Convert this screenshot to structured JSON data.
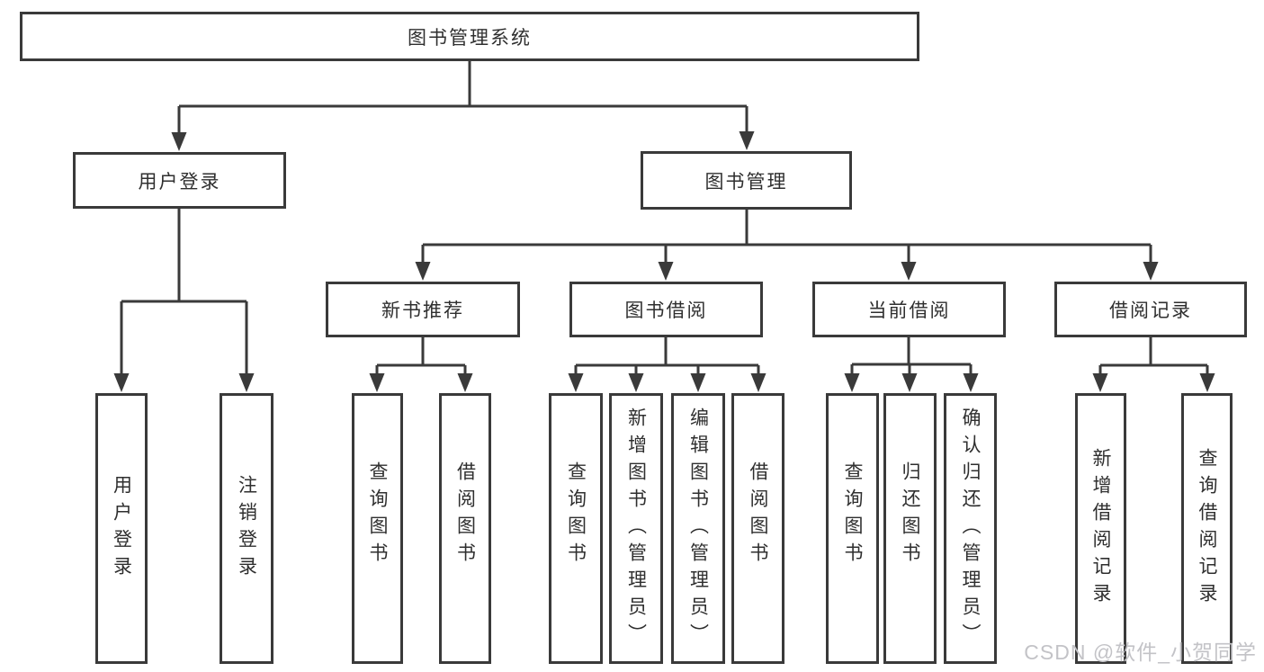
{
  "diagram_title": "图书管理系统",
  "colors": {
    "line": "#3a3a3a",
    "box_border": "#3a3a3a",
    "text": "#2f2f2f",
    "watermark": "#c3c3c7",
    "background": "#ffffff"
  },
  "nodes": {
    "root": "图书管理系统",
    "l2": [
      "用户登录",
      "图书管理"
    ],
    "l3": [
      "新书推荐",
      "图书借阅",
      "当前借阅",
      "借阅记录"
    ],
    "leaves": {
      "userLogin": [
        "用户登录",
        "注销登录"
      ],
      "newBookRec": [
        "查询图书",
        "借阅图书"
      ],
      "bookBorrow": [
        "查询图书",
        "新增图书（管理员）",
        "编辑图书（管理员）",
        "借阅图书"
      ],
      "currentBorrow": [
        "查询图书",
        "归还图书",
        "确认归还（管理员）"
      ],
      "borrowRecord": [
        "新增借阅记录",
        "查询借阅记录"
      ]
    }
  },
  "watermark": "CSDN @软件_小贺同学"
}
